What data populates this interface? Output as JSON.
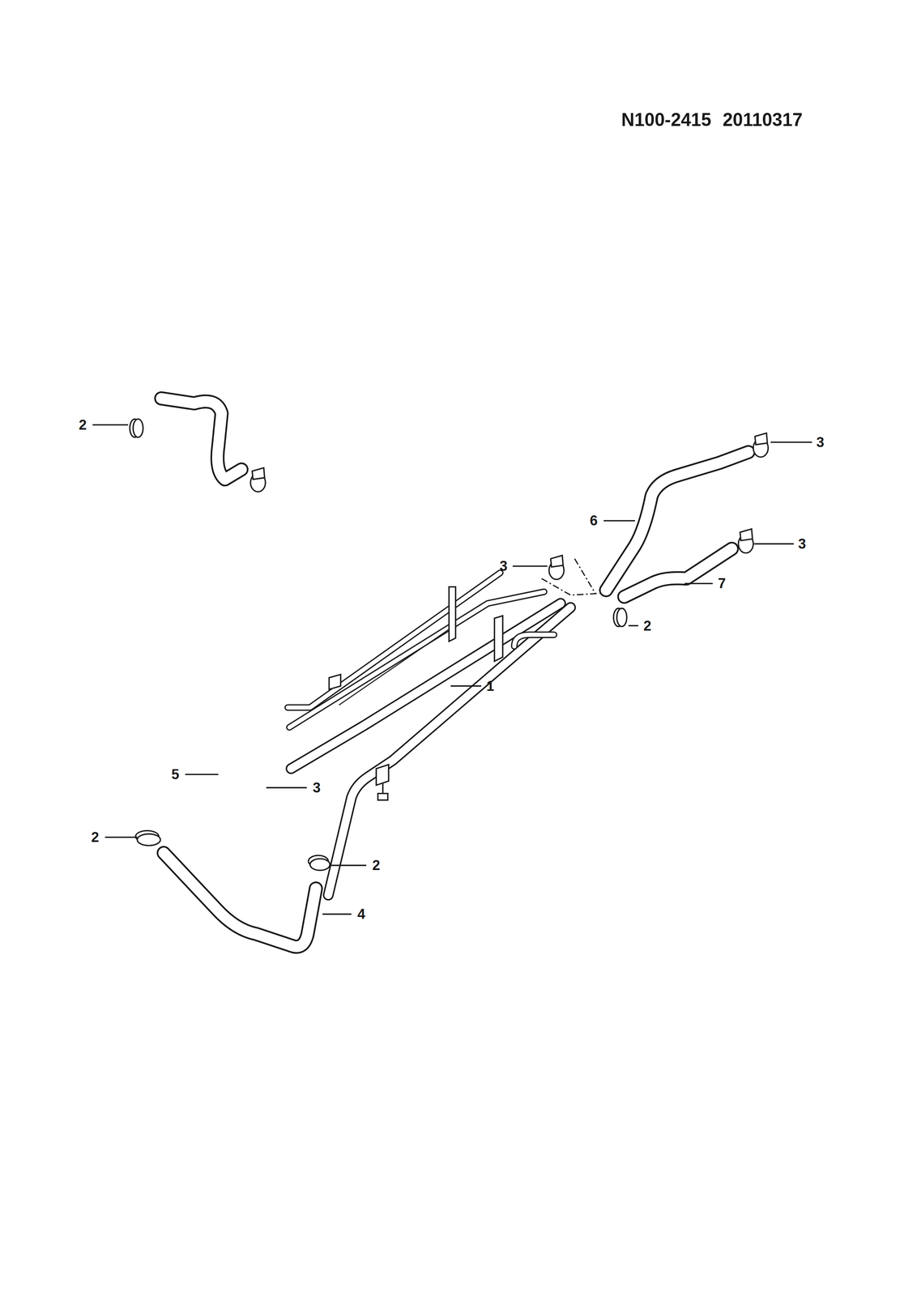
{
  "diagram": {
    "labels": [
      "N100-2415 20110317",
      "3",
      "6",
      "3",
      "7",
      "3",
      "2",
      "2",
      "1",
      "5",
      "3",
      "2",
      "2",
      "4"
    ]
  }
}
